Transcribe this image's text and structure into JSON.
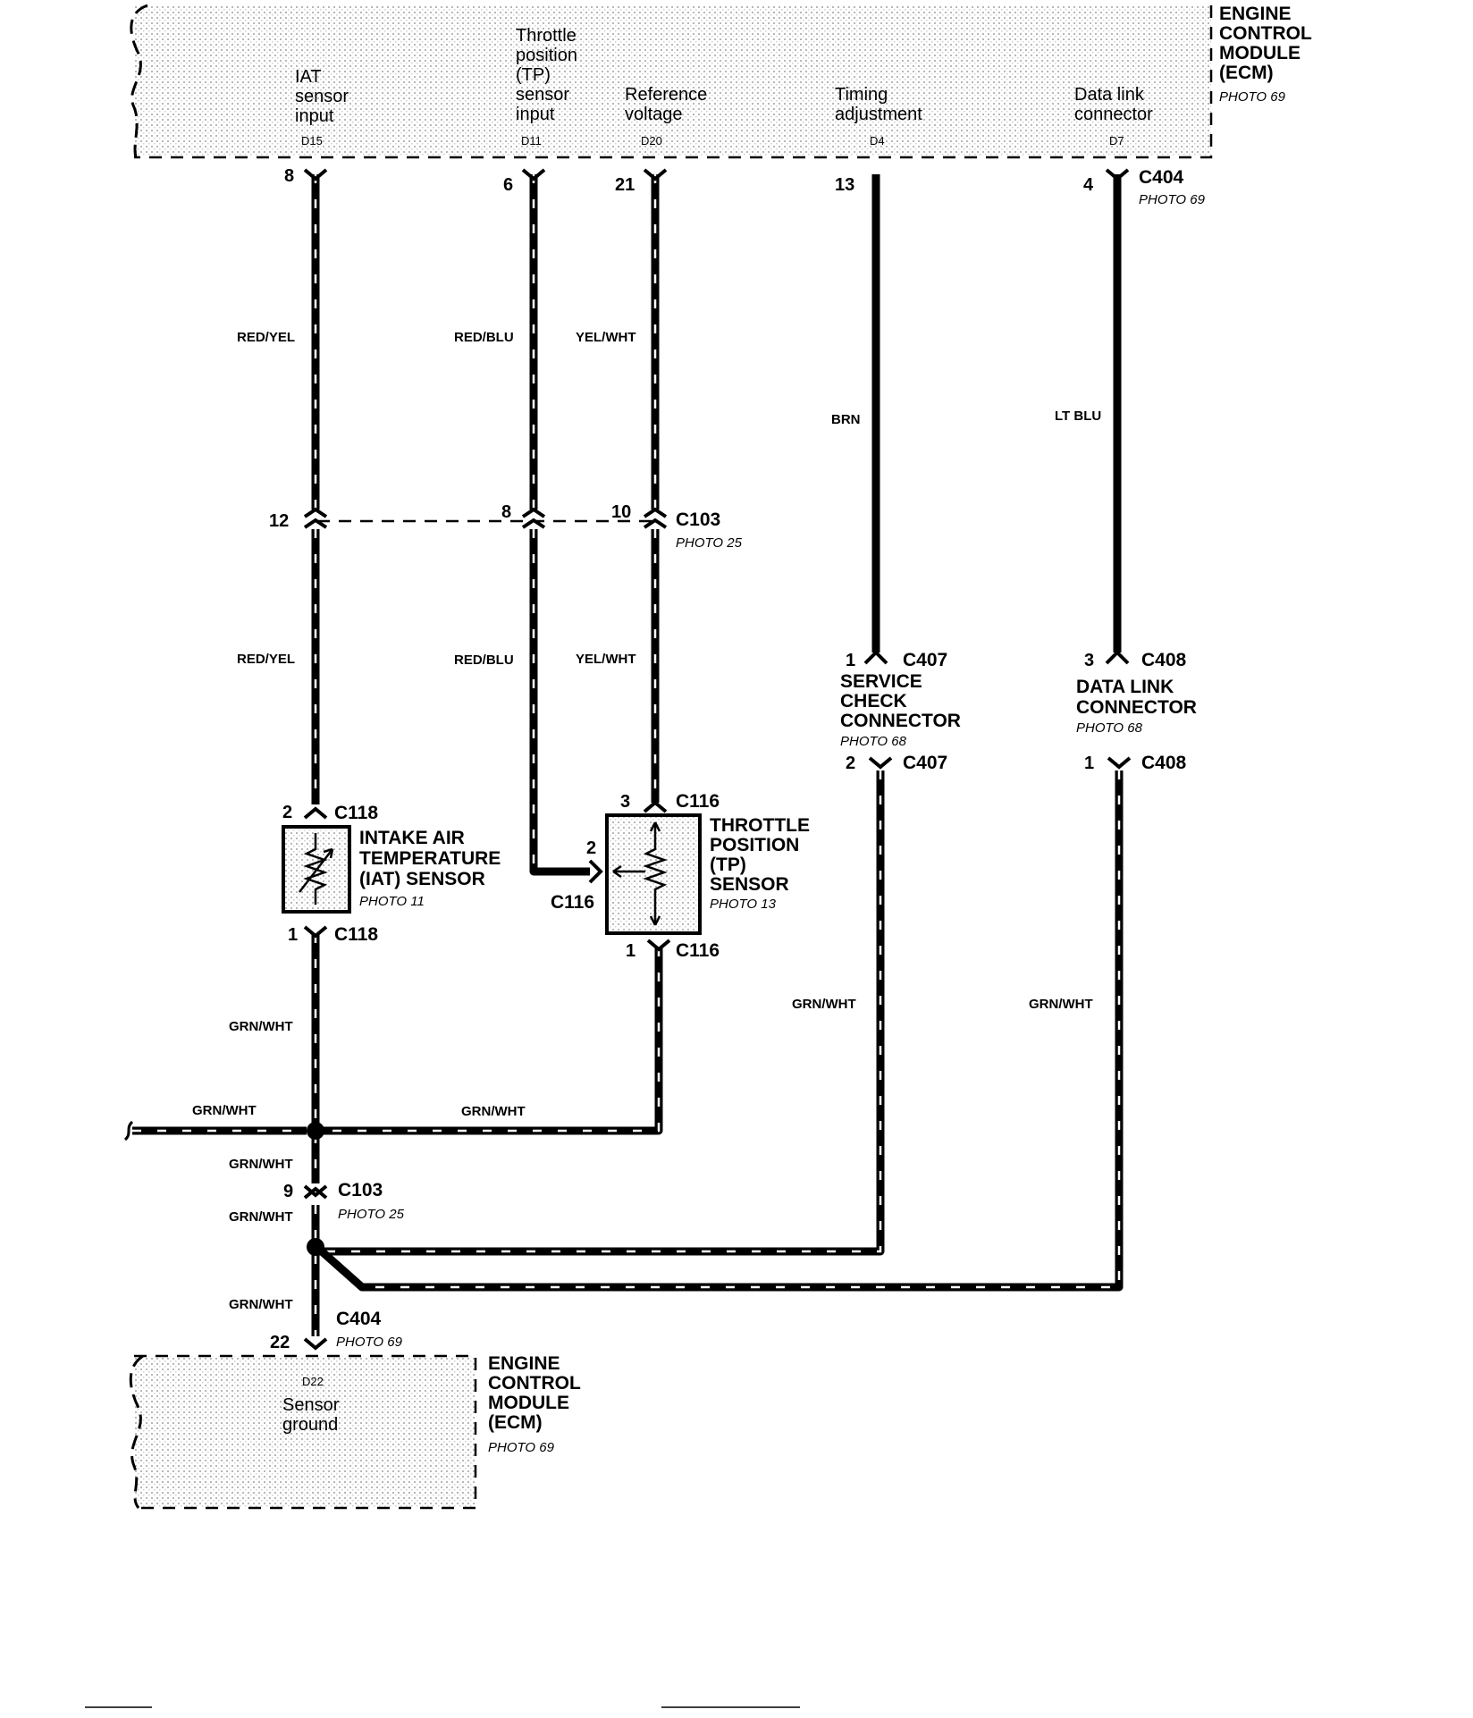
{
  "ecm_top": {
    "name_lines": [
      "ENGINE",
      "CONTROL",
      "MODULE",
      "(ECM)"
    ],
    "photo": "PHOTO 69",
    "pins": [
      {
        "label_lines": [
          "IAT",
          "sensor",
          "input"
        ],
        "cavity": "D15",
        "pin": "8"
      },
      {
        "label_lines": [
          "Throttle",
          "position",
          "(TP)",
          "sensor",
          "input"
        ],
        "cavity": "D11",
        "pin": "6"
      },
      {
        "label_lines": [
          "Reference",
          "voltage"
        ],
        "cavity": "D20",
        "pin": "21"
      },
      {
        "label_lines": [
          "Timing",
          "adjustment"
        ],
        "cavity": "D4",
        "pin": "13"
      },
      {
        "label_lines": [
          "Data link",
          "connector"
        ],
        "cavity": "D7",
        "pin": "4"
      }
    ],
    "connector": "C404",
    "connector_photo": "PHOTO 69"
  },
  "wire_colors": {
    "iat_upper": "RED/YEL",
    "tp_upper": "RED/BLU",
    "ref_upper": "YEL/WHT",
    "timing": "BRN",
    "data_link": "LT BLU",
    "iat_lower": "RED/YEL",
    "tp_lower": "RED/BLU",
    "ref_lower": "YEL/WHT",
    "ground_iat": "GRN/WHT",
    "ground_left": "GRN/WHT",
    "ground_tp": "GRN/WHT",
    "ground_mid": "GRN/WHT",
    "ground_mid2": "GRN/WHT",
    "ground_low": "GRN/WHT",
    "service_return": "GRN/WHT",
    "dlc_return": "GRN/WHT"
  },
  "c103": {
    "pins": [
      "12",
      "8",
      "10"
    ],
    "name": "C103",
    "photo": "PHOTO 25",
    "ground_pin": "9",
    "ground_name": "C103",
    "ground_photo": "PHOTO 25"
  },
  "service_check": {
    "pin_in": "1",
    "conn_in": "C407",
    "pin_out": "2",
    "conn_out": "C407",
    "name_lines": [
      "SERVICE",
      "CHECK",
      "CONNECTOR"
    ],
    "photo": "PHOTO 68"
  },
  "data_link_conn": {
    "pin_in": "3",
    "conn_in": "C408",
    "pin_out": "1",
    "conn_out": "C408",
    "name_lines": [
      "DATA LINK",
      "CONNECTOR"
    ],
    "photo": "PHOTO 68"
  },
  "iat_sensor": {
    "pin_top": "2",
    "conn_top": "C118",
    "pin_bottom": "1",
    "conn_bottom": "C118",
    "name_lines": [
      "INTAKE AIR",
      "TEMPERATURE",
      "(IAT) SENSOR"
    ],
    "photo": "PHOTO 11"
  },
  "tp_sensor": {
    "pin_top": "3",
    "conn_top": "C116",
    "pin_side": "2",
    "conn_side": "C116",
    "pin_bottom": "1",
    "conn_bottom": "C116",
    "name_lines": [
      "THROTTLE",
      "POSITION",
      "(TP)",
      "SENSOR"
    ],
    "photo": "PHOTO 13"
  },
  "ecm_bottom": {
    "pin": "22",
    "connector": "C404",
    "connector_photo": "PHOTO 69",
    "cavity": "D22",
    "label_lines": [
      "Sensor",
      "ground"
    ],
    "name_lines": [
      "ENGINE",
      "CONTROL",
      "MODULE",
      "(ECM)"
    ],
    "photo": "PHOTO 69"
  }
}
